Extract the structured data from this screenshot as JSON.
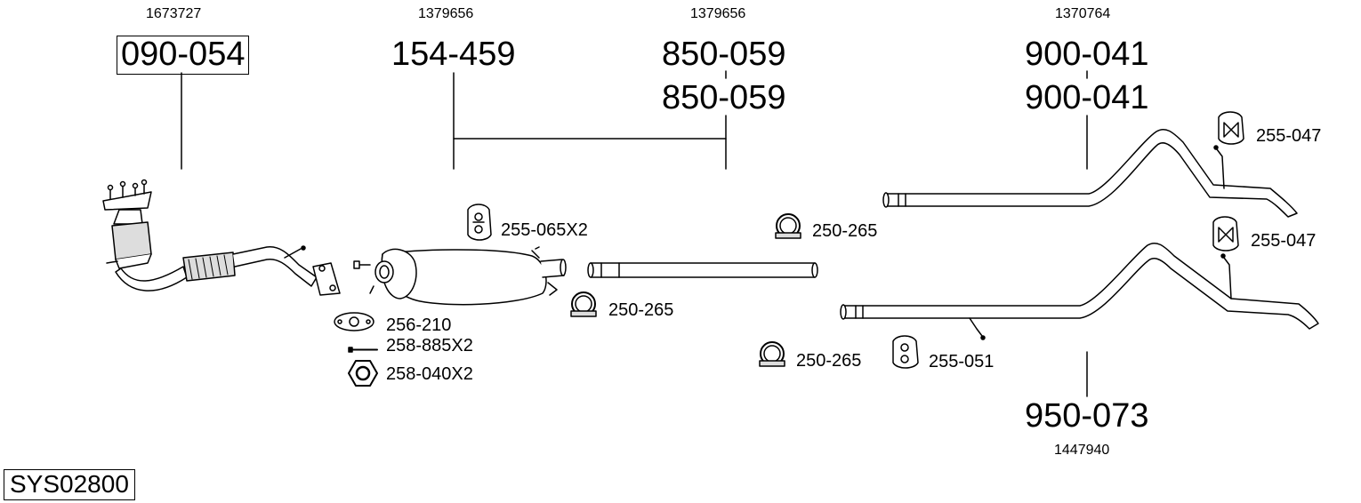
{
  "system": "SYS02800",
  "oem_numbers": [
    "1673727",
    "1379656",
    "1379656",
    "1370764",
    "1447940"
  ],
  "parts": {
    "cat": "090-054",
    "middle": "154-459",
    "pipe1": "850-059",
    "pipe2": "850-059",
    "rear1": "900-041",
    "rear2": "900-041",
    "rear3": "950-073"
  },
  "accessories": {
    "gasket": "256-210",
    "bolt": "258-885X2",
    "nut": "258-040X2",
    "rubber_mid": "255-065X2",
    "clamp_a": "250-265",
    "clamp_b": "250-265",
    "clamp_c": "250-265",
    "rubber_top": "255-047",
    "rubber_bottom": "255-047",
    "rubber_051": "255-051"
  },
  "colors": {
    "line": "#000000",
    "fill": "#ffffff",
    "shade": "#dddddd"
  }
}
